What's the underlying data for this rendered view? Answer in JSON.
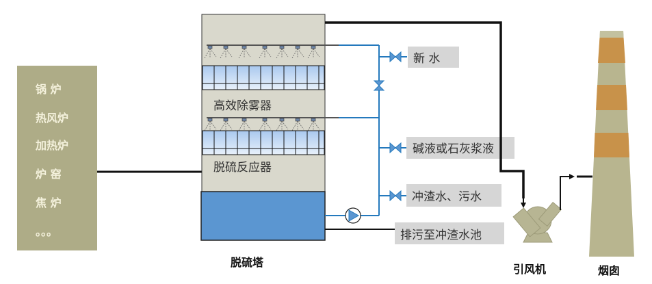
{
  "sources": {
    "title": "烟气来源",
    "items": [
      "锅  炉",
      "热风炉",
      "加热炉",
      "炉  窑",
      "焦  炉",
      "。。。"
    ]
  },
  "tower": {
    "caption": "脱硫塔",
    "demister_label": "高效除雾器",
    "reactor_label": "脱硫反应器"
  },
  "inputs": {
    "fresh_water": "新  水",
    "alkali": "碱液或石灰浆液",
    "slag_water": "冲渣水、污水",
    "discharge": "排污至冲渣水池"
  },
  "fan": {
    "caption": "引风机"
  },
  "chimney": {
    "caption": "烟囱"
  },
  "colors": {
    "source_box": "#aeac87",
    "tower_body": "#d9d8cc",
    "tower_liquid": "#5b96d1",
    "pipe_blue": "#2479bd",
    "label_bg": "#d6d6d6",
    "chimney_body": "#b8b58f",
    "chimney_band": "#c8924a",
    "fan_body": "#b7b593"
  }
}
